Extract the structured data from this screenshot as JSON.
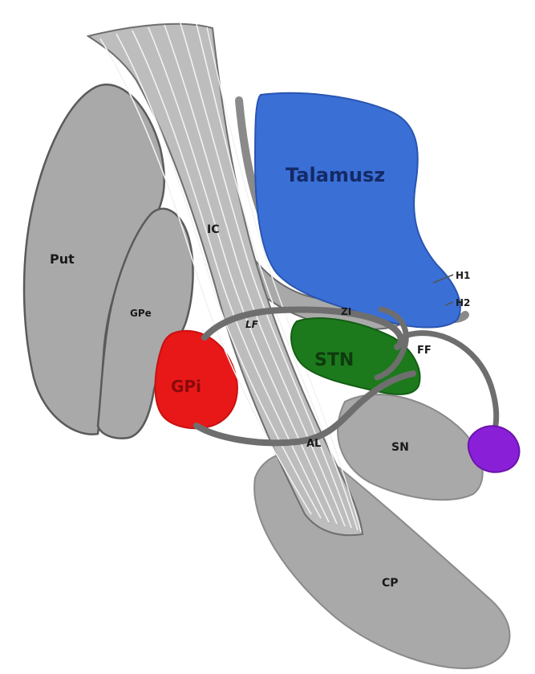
{
  "labels": {
    "putamen": "Put",
    "gpe": "GPe",
    "gpi": "GPi",
    "internal_capsule": "IC",
    "thalamus": "Talamusz",
    "h1": "H1",
    "h2": "H2",
    "zona_incerta": "ZI",
    "lenticular_fasciculus": "LF",
    "stn": "STN",
    "fields_of_forel": "FF",
    "ansa_lenticularis": "AL",
    "substantia_nigra": "SN",
    "cerebral_peduncle": "CP"
  },
  "colors": {
    "background": "#ffffff",
    "structure_gray": "#a9a9a9",
    "structure_outline": "#5a5a5a",
    "pathway_gray": "#6e6e6e",
    "fiber_line": "#f2f2f2",
    "thalamus_blue": "#3a6fd6",
    "gpi_red": "#e81818",
    "stn_green": "#1c7a1c",
    "ppn_purple": "#8a1fd8"
  }
}
